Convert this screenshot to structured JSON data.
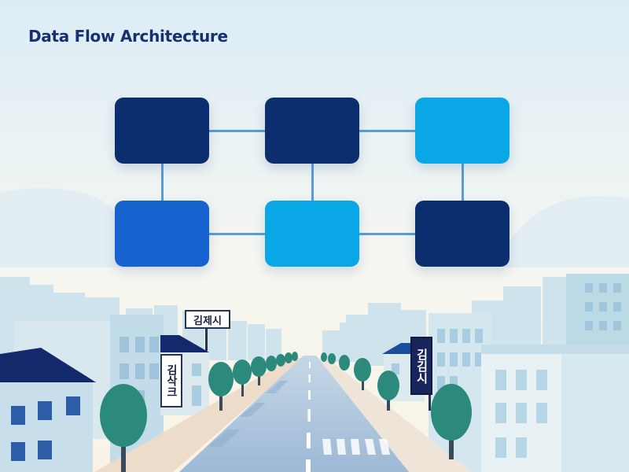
{
  "diagram": {
    "title": "Data Flow Architecture",
    "nodes": [
      {
        "id": "n1",
        "color": "#0d2e6e"
      },
      {
        "id": "n2",
        "color": "#0d2e6e"
      },
      {
        "id": "n3",
        "color": "#0aa7e6"
      },
      {
        "id": "n4",
        "color": "#1663cf"
      },
      {
        "id": "n5",
        "color": "#0aa7e6"
      },
      {
        "id": "n6",
        "color": "#0d2e6e"
      }
    ],
    "edges": [
      {
        "from": "n1",
        "to": "n2"
      },
      {
        "from": "n2",
        "to": "n3"
      },
      {
        "from": "n4",
        "to": "n5"
      },
      {
        "from": "n5",
        "to": "n6"
      },
      {
        "from": "n1",
        "to": "n4"
      },
      {
        "from": "n2",
        "to": "n5"
      },
      {
        "from": "n3",
        "to": "n6"
      }
    ]
  },
  "street_signs": {
    "top_center": "김제시",
    "left_vertical": "김삭크",
    "right_vertical": "김김시"
  },
  "colors": {
    "sky_top": "#dff0f7",
    "sky_bottom": "#f7f3e6",
    "title": "#17306e",
    "edge": "#5d9ad8",
    "road": "#a9c3dc",
    "tree": "#2b8a7c",
    "roof_dark": "#14296b"
  }
}
